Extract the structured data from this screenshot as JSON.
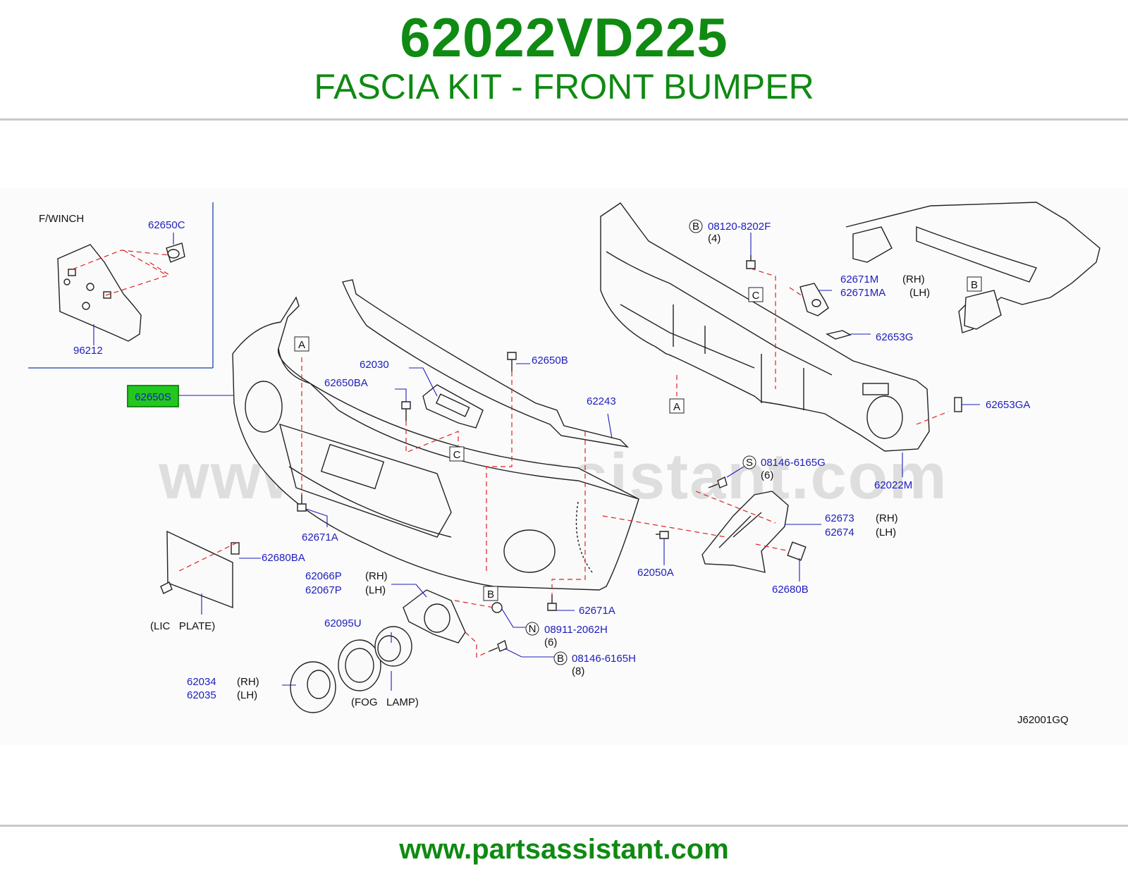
{
  "header": {
    "part_number": "62022VD225",
    "part_name": "FASCIA KIT - FRONT BUMPER"
  },
  "diagram": {
    "inset_label": "F/WINCH",
    "watermark": "www.partsassistant.com",
    "diagram_code": "J62001GQ",
    "highlighted_part": "62650S",
    "ref_letters": [
      "A",
      "B",
      "C",
      "N",
      "S"
    ],
    "labels": {
      "p62650C": "62650C",
      "p96212": "96212",
      "p62650S": "62650S",
      "p62030": "62030",
      "p62650BA": "62650BA",
      "p62650B": "62650B",
      "p62243": "62243",
      "p62671A_1": "62671A",
      "p62671A_2": "62671A",
      "p62680BA": "62680BA",
      "lic_plate": "(LIC   PLATE)",
      "p62066P": "62066P",
      "p62067P": "62067P",
      "rh": "(RH)",
      "lh": "(LH)",
      "p62095U": "62095U",
      "fog_lamp": "(FOG   LAMP)",
      "p62034": "62034",
      "p62035": "62035",
      "p08911": "08911-2062H",
      "q6a": "(6)",
      "p08146H": "08146-6165H",
      "q8": "(8)",
      "p08120": "08120-8202F",
      "q4": "(4)",
      "p62671M": "62671M",
      "p62671MA": "62671MA",
      "p62653G": "62653G",
      "p62653GA": "62653GA",
      "p62022M": "62022M",
      "p08146G": "08146-6165G",
      "q6b": "(6)",
      "p62673": "62673",
      "p62674": "62674",
      "p62050A": "62050A",
      "p62680B": "62680B"
    }
  },
  "footer": {
    "url": "www.partsassistant.com"
  }
}
